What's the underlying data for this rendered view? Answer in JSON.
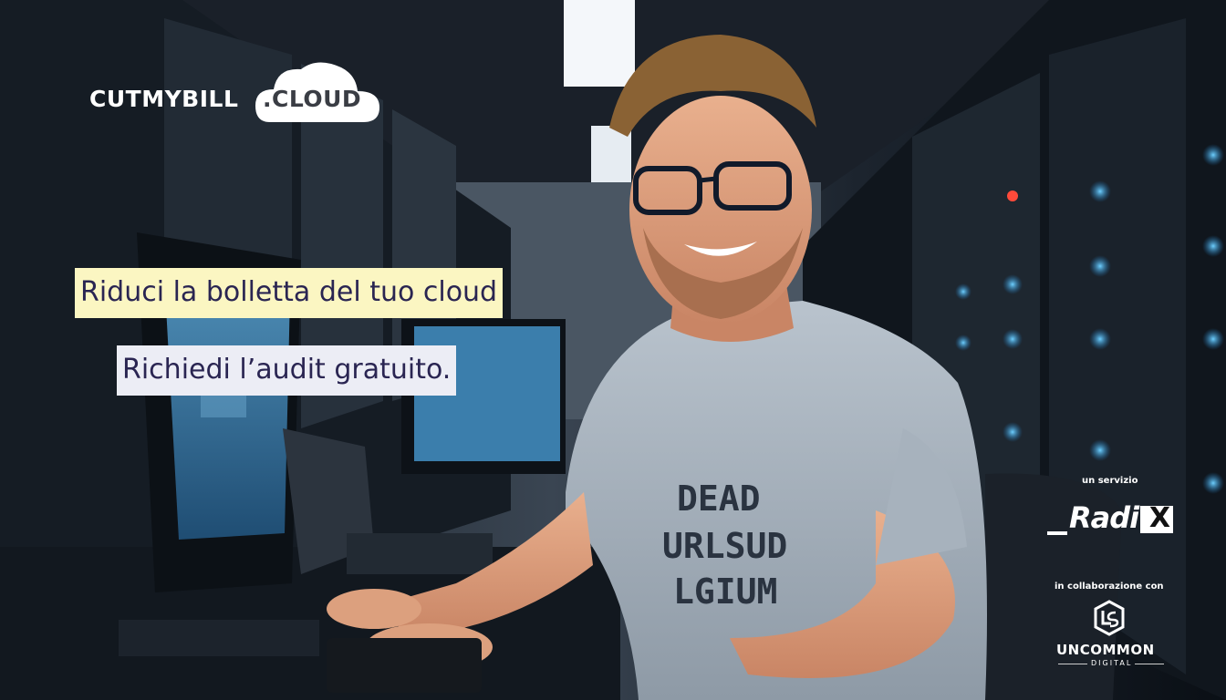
{
  "brand": {
    "prefix": "CUTMYBILL",
    "suffix": ".CLOUD"
  },
  "headline": {
    "line1": "Riduci la bolletta del tuo cloud",
    "line2": "Richiedi l’audit gratuito."
  },
  "partners": {
    "service_label": "un servizio",
    "radix_text": "Radi",
    "radix_x": "X",
    "collab_label": "in collaborazione con",
    "uncommon_name": "UNCOMMON",
    "uncommon_sub": "DIGITAL"
  },
  "shirt_text": [
    "DEAD",
    "URLSUD",
    "LGIUM"
  ],
  "colors": {
    "highlight_yellow": "#fbf6c2",
    "highlight_lavender": "#ecedf5",
    "headline_text": "#2a2552"
  }
}
